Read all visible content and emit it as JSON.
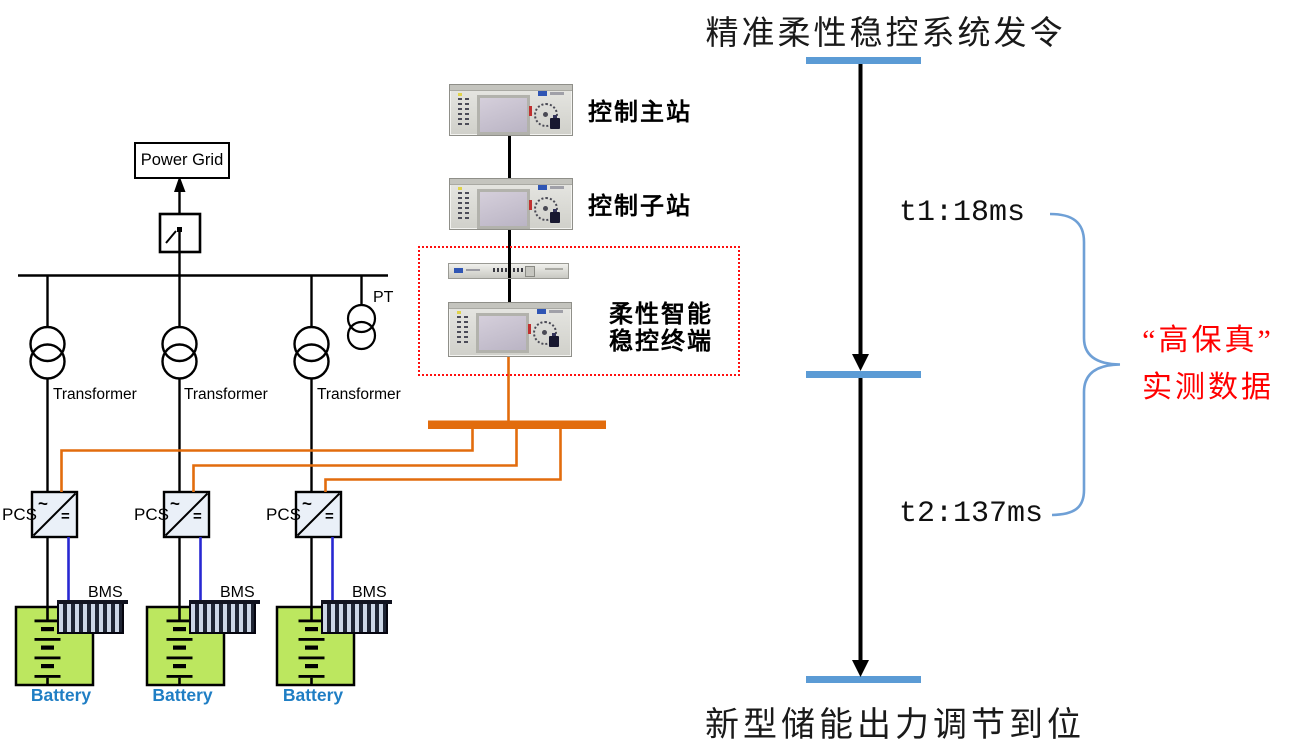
{
  "grid": {
    "power_grid": "Power Grid",
    "pt": "PT",
    "transformers": [
      "Transformer",
      "Transformer",
      "Transformer"
    ],
    "pcs": [
      "PCS",
      "PCS",
      "PCS"
    ],
    "pcs_ac": "~",
    "pcs_dc": "=",
    "bms": [
      "BMS",
      "BMS",
      "BMS"
    ],
    "batteries": [
      "Battery",
      "Battery",
      "Battery"
    ]
  },
  "control": {
    "master": "控制主站",
    "substation": "控制子站",
    "terminal_line1": "柔性智能",
    "terminal_line2": "稳控终端"
  },
  "timeline": {
    "start_event": "精准柔性稳控系统发令",
    "end_event": "新型储能出力调节到位",
    "t1": "t1:18ms",
    "t2": "t2:137ms",
    "t1_ms": 18,
    "t2_ms": 137,
    "callout_line1": "“高保真”",
    "callout_line2": "实测数据"
  },
  "colors": {
    "orange": "#E26C0D",
    "timeline_blue": "#5B9BD5",
    "brace_blue": "#6FA0D6",
    "battery_green": "#BCE75F",
    "battery_text_blue": "#1F7EC4",
    "wire_blue": "#2828D2",
    "callout_red": "#FF0000",
    "dashed_box_red": "#FF0F0F",
    "pcs_fill": "#EAF0F8"
  }
}
